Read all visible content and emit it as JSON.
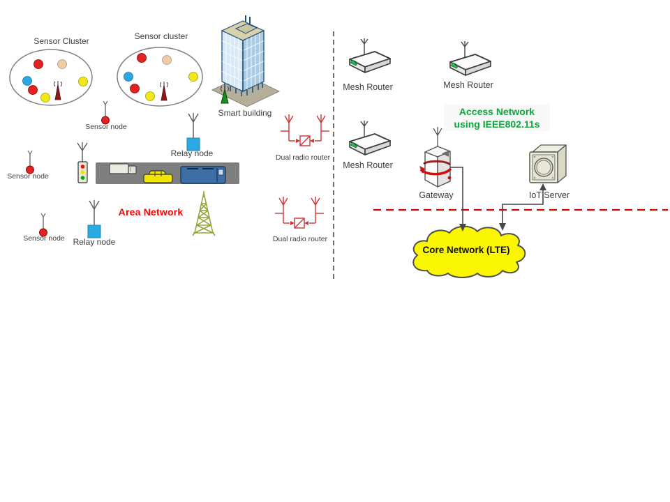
{
  "area_network": {
    "caption": "Area Network",
    "caption_color": "#FF0000",
    "cluster1": {
      "label": "Sensor Cluster",
      "dots": [
        "red",
        "tan",
        "blue",
        "red",
        "yellow",
        "yellow"
      ]
    },
    "cluster2": {
      "label": "Sensor cluster",
      "dots": [
        "red",
        "tan",
        "blue",
        "red",
        "yellow",
        "yellow"
      ]
    },
    "sensor_node_top": {
      "label": "Sensor node"
    },
    "sensor_node_left": {
      "label": "Sensor node"
    },
    "sensor_node_bottom": {
      "label": "Sensor node"
    },
    "relay_node_top": {
      "label": "Relay node"
    },
    "relay_node_bottom": {
      "label": "Relay node"
    },
    "smart_building": {
      "label": "Smart building"
    },
    "dual_radio_router_top": {
      "label": "Dual radio router"
    },
    "dual_radio_router_bottom": {
      "label": "Dual radio router"
    }
  },
  "access_network": {
    "caption_line1": "Access Network",
    "caption_line2": "using IEEE802.11s",
    "caption_color": "#0FA43C",
    "mesh_router_top_left": {
      "label": "Mesh Router"
    },
    "mesh_router_top_right": {
      "label": "Mesh Router"
    },
    "mesh_router_mid": {
      "label": "Mesh Router"
    },
    "gateway": {
      "label": "Gateway"
    },
    "iot_server": {
      "label": "IoT Server"
    }
  },
  "core_network": {
    "label": "Core Network (LTE)",
    "cloud_color": "#FAF600"
  },
  "colors": {
    "sensor_node_dot": "#E32222",
    "relay_node_square": "#29ABE2",
    "dual_radio_router": "#CC3333",
    "separator_dashed_vertical": "#4A4A4A",
    "boundary_dashed_red": "#D40000",
    "cluster_dot_red": "#E32222",
    "cluster_dot_blue": "#2BA8E0",
    "cluster_dot_yellow": "#F2E719",
    "cluster_dot_tan": "#F0CBA4",
    "road": "#7E7E7E",
    "tower": "#94A53C"
  }
}
